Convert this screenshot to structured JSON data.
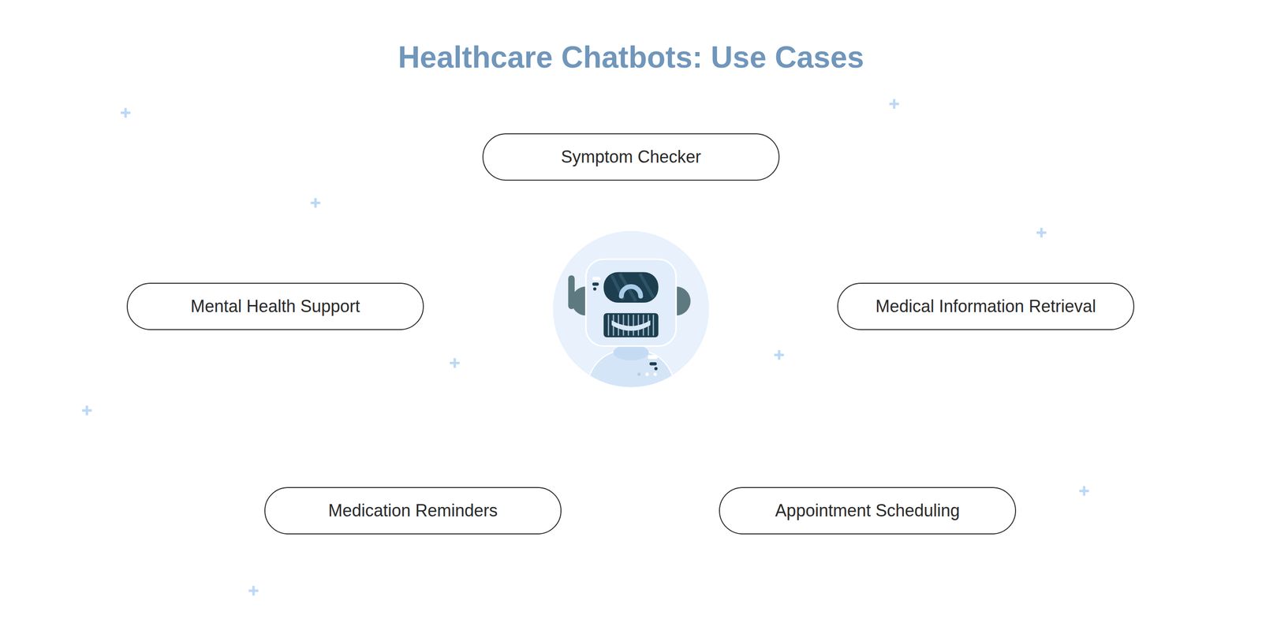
{
  "diagram": {
    "title": "Healthcare Chatbots: Use Cases",
    "nodes": [
      {
        "text": [
          "Symptom Checker"
        ]
      },
      {
        "text": [
          "Mental Health Support"
        ]
      },
      {
        "text": [
          "Medical Information Retrieval"
        ]
      },
      {
        "text": [
          "Medication Reminders"
        ]
      },
      {
        "text": [
          "Appointment Scheduling"
        ]
      }
    ]
  }
}
